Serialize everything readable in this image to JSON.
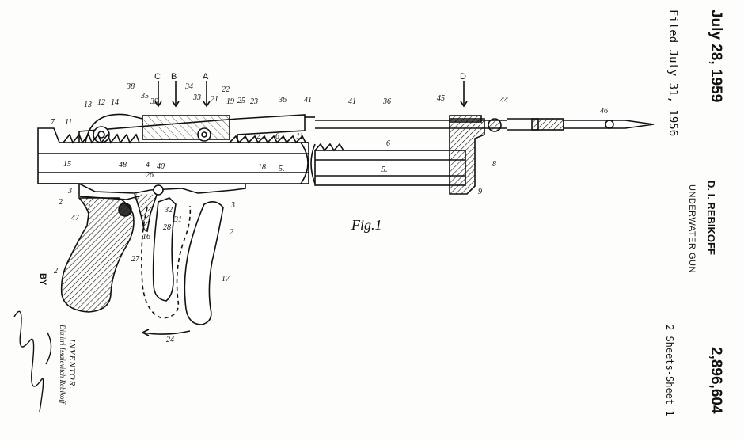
{
  "header": {
    "date": "July 28, 1959",
    "filed": "Filed July 31, 1956",
    "inventor_name": "D. I. REBIKOFF",
    "title": "UNDERWATER GUN",
    "patent_number": "2,896,604",
    "sheets": "2 Sheets-Sheet 1"
  },
  "figure": {
    "caption": "Fig.1",
    "section_letters": [
      "C",
      "B",
      "A",
      "D"
    ],
    "labels": [
      "7",
      "11",
      "13",
      "12",
      "14",
      "38",
      "35",
      "39",
      "34",
      "33",
      "21",
      "22",
      "19",
      "25",
      "23",
      "36",
      "41",
      "41",
      "36",
      "45",
      "44",
      "46",
      "2",
      "6",
      "11",
      "15",
      "48",
      "4",
      "40",
      "18",
      "5.",
      "6",
      "5.",
      "8",
      "9",
      "3",
      "2",
      "1",
      "47",
      "26",
      "32",
      "31",
      "28",
      "16",
      "27",
      "3",
      "2",
      "17",
      "2",
      "24"
    ]
  },
  "signature": {
    "by_label": "BY",
    "inventor_label": "INVENTOR.",
    "inventor_full_name": "Dimitri Issaievitch Rebikoff"
  },
  "colors": {
    "ink": "#111111",
    "paper": "#fdfdfb"
  }
}
